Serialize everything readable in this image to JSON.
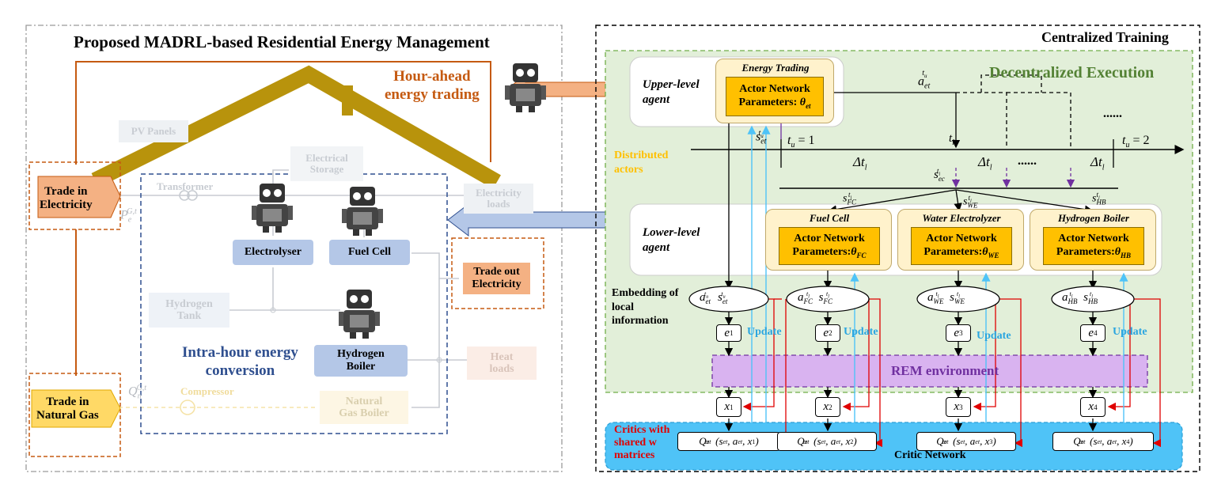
{
  "left_panel": {
    "title": "Proposed MADRL-based Residential Energy Management",
    "hour_ahead_label": "Hour-ahead\nenergy trading",
    "intra_hour_label": "Intra-hour energy\nconversion",
    "trade_in_electricity": "Trade in\nElectricity",
    "trade_in_gas": "Trade in\nNatural Gas",
    "trade_out_electricity": "Trade out\nElectricity",
    "electrolyser": "Electrolyser",
    "fuel_cell": "Fuel Cell",
    "hydrogen_boiler": "Hydrogen\nBoiler",
    "pv_panels": "PV Panels",
    "electrical_storage": "Electrical\nStorage",
    "transformer": "Transformer",
    "electricity_loads": "Electricity\nloads",
    "hydrogen_tank": "Hydrogen\nTank",
    "heat_loads": "Heat\nloads",
    "compressor": "Compressor",
    "natural_gas_boiler": "Natural\nGas Boiler",
    "pe_symbol": "P",
    "pe_sub": "e",
    "pe_sup": "G,t",
    "qn_symbol": "Q",
    "qn_sub": "n",
    "qn_sup": "G,t"
  },
  "right_panel": {
    "title": "Centralized Training",
    "decentralized_label": "Decentralized Execution",
    "distributed_actors": "Distributed\nactors",
    "upper_agent": "Upper-level\nagent",
    "lower_agent": "Lower-level\nagent",
    "embedding_label": "Embedding of\nlocal\ninformation",
    "critics_label": "Critics with\nshared w\nmatrices",
    "critic_network": "Critic Network",
    "rem_environment": "REM environment",
    "update": "Update",
    "ellipsis": "......",
    "energy_trading": {
      "title": "Energy Trading",
      "line1": "Actor Network",
      "line2": "Parameters:",
      "theta": "θ",
      "sub": "et"
    },
    "fuel_cell": {
      "title": "Fuel Cell",
      "line1": "Actor Network",
      "line2": "Parameters:",
      "theta": "θ",
      "sub": "FC"
    },
    "water_electrolyzer": {
      "title": "Water Electrolyzer",
      "line1": "Actor Network",
      "line2": "Parameters:",
      "theta": "θ",
      "sub": "WE"
    },
    "hydrogen_boiler": {
      "title": "Hydrogen Boiler",
      "line1": "Actor Network",
      "line2": "Parameters:",
      "theta": "θ",
      "sub": "HB"
    },
    "tu1": "= 1",
    "tu2": "= 2",
    "delta_t": "Δt",
    "embeddings": [
      "e",
      "e",
      "e",
      "e"
    ],
    "embedding_idx": [
      "1",
      "2",
      "3",
      "4"
    ],
    "xs": [
      "x",
      "x",
      "x",
      "x"
    ],
    "critic_q": "Q",
    "critic_sup": "ϖ",
    "critic_sub": "et"
  },
  "colors": {
    "orange": "#c55a11",
    "navy": "#2f4f8f",
    "green_bg": "#e2efd9",
    "green_text": "#548235",
    "gold": "#ffc000",
    "purple": "#d9b3f0",
    "cyan": "#4fc3f7",
    "red": "#e00000",
    "roof": "#b8930c",
    "node_blue": "#b4c7e7"
  }
}
